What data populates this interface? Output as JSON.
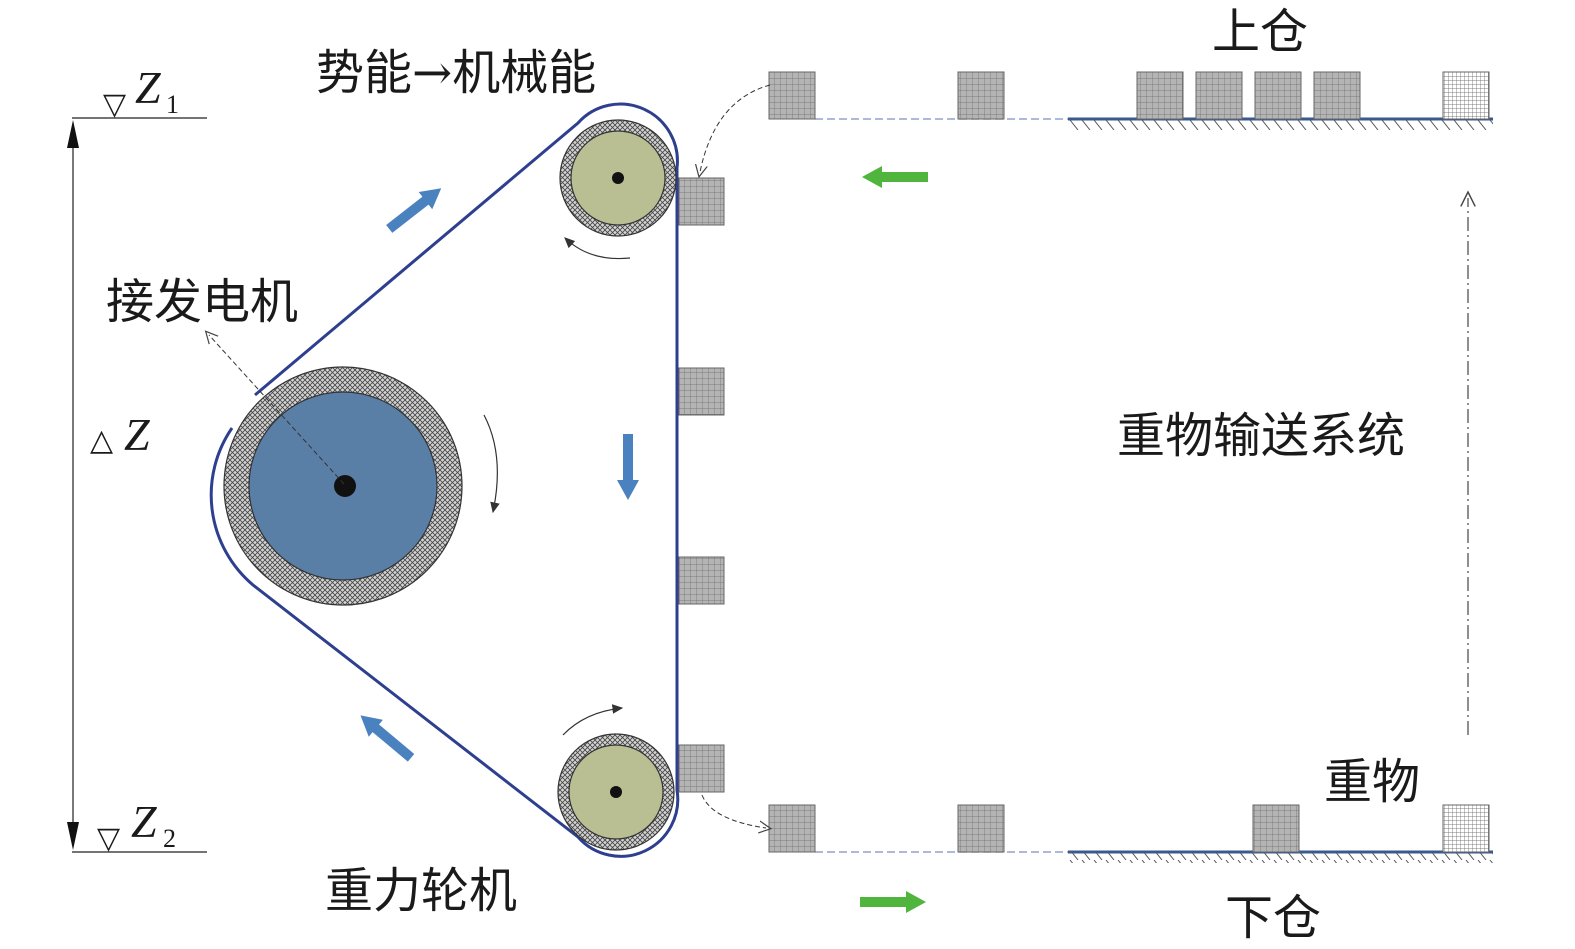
{
  "labels": {
    "energy_conversion": "势能→机械能",
    "generator": "接发电机",
    "gravity_turbine": "重力轮机",
    "upper_bin": "上仓",
    "lower_bin": "下仓",
    "weight_conveyor": "重物输送系统",
    "weight": "重物"
  },
  "elevation": {
    "z_symbol": "Z",
    "z1_sub": "1",
    "z2_sub": "2",
    "delta_symbol": "△",
    "datum_symbol": "▽"
  },
  "colors": {
    "belt": "#2d3f8e",
    "large_wheel": "#5a7fa6",
    "small_wheel": "#b9bf93",
    "track": "#3b5a8c",
    "block": "#b4b4b4",
    "blue_arrow": "#4a82c0",
    "green_arrow": "#4fb53c"
  }
}
